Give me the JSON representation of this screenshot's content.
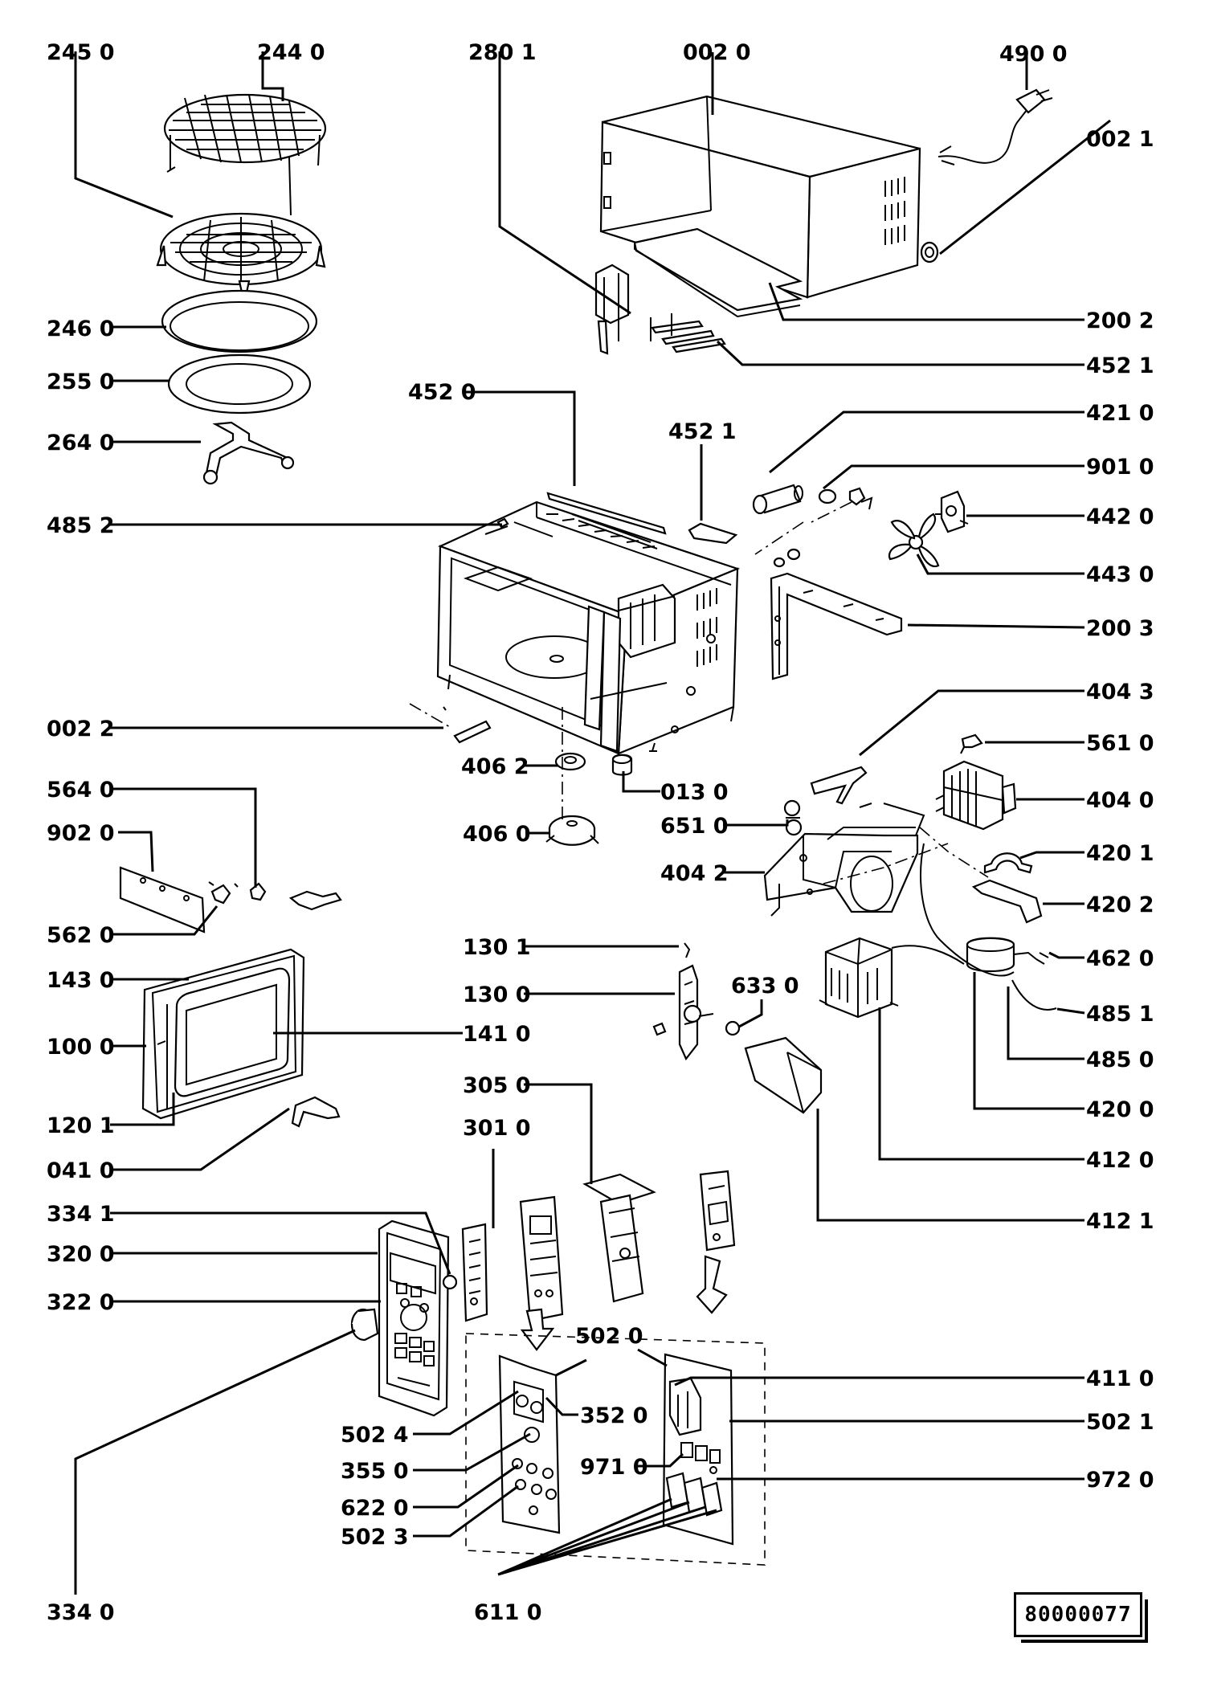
{
  "document_code": "80000077",
  "labels": [
    {
      "id": "l1",
      "text": "245 0"
    },
    {
      "id": "l2",
      "text": "244 0"
    },
    {
      "id": "l3",
      "text": "280 1"
    },
    {
      "id": "l4",
      "text": "002 0"
    },
    {
      "id": "l5",
      "text": "490 0"
    },
    {
      "id": "l6",
      "text": "002 1"
    },
    {
      "id": "l7",
      "text": "246 0"
    },
    {
      "id": "l8",
      "text": "255 0"
    },
    {
      "id": "l9",
      "text": "264 0"
    },
    {
      "id": "l10",
      "text": "200 2"
    },
    {
      "id": "l11",
      "text": "452 1"
    },
    {
      "id": "l12",
      "text": "452 0"
    },
    {
      "id": "l13",
      "text": "452 1"
    },
    {
      "id": "l14",
      "text": "421 0"
    },
    {
      "id": "l15",
      "text": "901 0"
    },
    {
      "id": "l16",
      "text": "485 2"
    },
    {
      "id": "l17",
      "text": "442 0"
    },
    {
      "id": "l18",
      "text": "443 0"
    },
    {
      "id": "l19",
      "text": "200 3"
    },
    {
      "id": "l20",
      "text": "404 3"
    },
    {
      "id": "l21",
      "text": "002 2"
    },
    {
      "id": "l22",
      "text": "561 0"
    },
    {
      "id": "l23",
      "text": "406 2"
    },
    {
      "id": "l24",
      "text": "564 0"
    },
    {
      "id": "l25",
      "text": "013 0"
    },
    {
      "id": "l26",
      "text": "404 0"
    },
    {
      "id": "l27",
      "text": "902 0"
    },
    {
      "id": "l28",
      "text": "406 0"
    },
    {
      "id": "l29",
      "text": "651 0"
    },
    {
      "id": "l30",
      "text": "420 1"
    },
    {
      "id": "l31",
      "text": "404 2"
    },
    {
      "id": "l32",
      "text": "420 2"
    },
    {
      "id": "l33",
      "text": "562 0"
    },
    {
      "id": "l34",
      "text": "130 1"
    },
    {
      "id": "l35",
      "text": "462 0"
    },
    {
      "id": "l36",
      "text": "143 0"
    },
    {
      "id": "l37",
      "text": "633 0"
    },
    {
      "id": "l38",
      "text": "130 0"
    },
    {
      "id": "l39",
      "text": "485 1"
    },
    {
      "id": "l40",
      "text": "100 0"
    },
    {
      "id": "l41",
      "text": "141 0"
    },
    {
      "id": "l42",
      "text": "485 0"
    },
    {
      "id": "l43",
      "text": "305 0"
    },
    {
      "id": "l44",
      "text": "120 1"
    },
    {
      "id": "l45",
      "text": "420 0"
    },
    {
      "id": "l46",
      "text": "301 0"
    },
    {
      "id": "l47",
      "text": "041 0"
    },
    {
      "id": "l48",
      "text": "412 0"
    },
    {
      "id": "l49",
      "text": "334 1"
    },
    {
      "id": "l50",
      "text": "412 1"
    },
    {
      "id": "l51",
      "text": "320 0"
    },
    {
      "id": "l52",
      "text": "322 0"
    },
    {
      "id": "l53",
      "text": "502 0"
    },
    {
      "id": "l54",
      "text": "411 0"
    },
    {
      "id": "l55",
      "text": "352 0"
    },
    {
      "id": "l56",
      "text": "502 4"
    },
    {
      "id": "l57",
      "text": "502 1"
    },
    {
      "id": "l58",
      "text": "355 0"
    },
    {
      "id": "l59",
      "text": "971 0"
    },
    {
      "id": "l60",
      "text": "972 0"
    },
    {
      "id": "l61",
      "text": "622 0"
    },
    {
      "id": "l62",
      "text": "502 3"
    },
    {
      "id": "l63",
      "text": "334 0"
    },
    {
      "id": "l64",
      "text": "611 0"
    }
  ]
}
